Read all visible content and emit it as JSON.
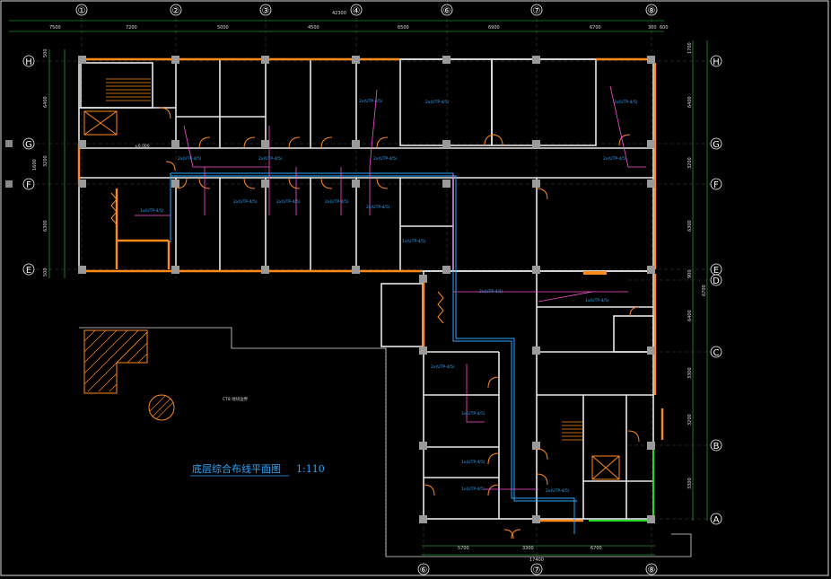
{
  "drawing": {
    "title": "底层综合布线平面图",
    "scale": "1:110"
  },
  "axes": {
    "columns": [
      "①",
      "②",
      "③",
      "④",
      "⑥",
      "⑦",
      "⑧"
    ],
    "bottom_columns": [
      "⑥",
      "⑦",
      "⑧"
    ],
    "rows_left": [
      "H",
      "G",
      "F",
      "E"
    ],
    "rows_right": [
      "H",
      "G",
      "F",
      "E",
      "D",
      "C",
      "B",
      "A"
    ]
  },
  "dimensions": {
    "top": [
      "7500",
      "7200",
      "5000",
      "4500",
      "6500",
      "6900",
      "6700",
      "300",
      "600"
    ],
    "overall_top": "42300",
    "bottom": [
      "5700",
      "3300",
      "6700"
    ],
    "overall_bottom": "17400",
    "left": [
      "500",
      "6400",
      "3200",
      "1600",
      "6300",
      "500"
    ],
    "right": [
      "1700",
      "6400",
      "3200",
      "6300",
      "900",
      "6400",
      "3300",
      "3200",
      "3300",
      "6700"
    ]
  },
  "labels": {
    "cable": "2x(UTP-4/5)",
    "cable_single": "1x(UTP-4/5)",
    "site_note": "CT8 地块边界",
    "level": "±0.000"
  },
  "colors": {
    "wall": "#e8e8e8",
    "orange": "#ff8a1c",
    "blue": "#2aa7ff",
    "pink": "#ff4fd8",
    "green": "#22dd22",
    "grey": "#9a9a9a"
  }
}
